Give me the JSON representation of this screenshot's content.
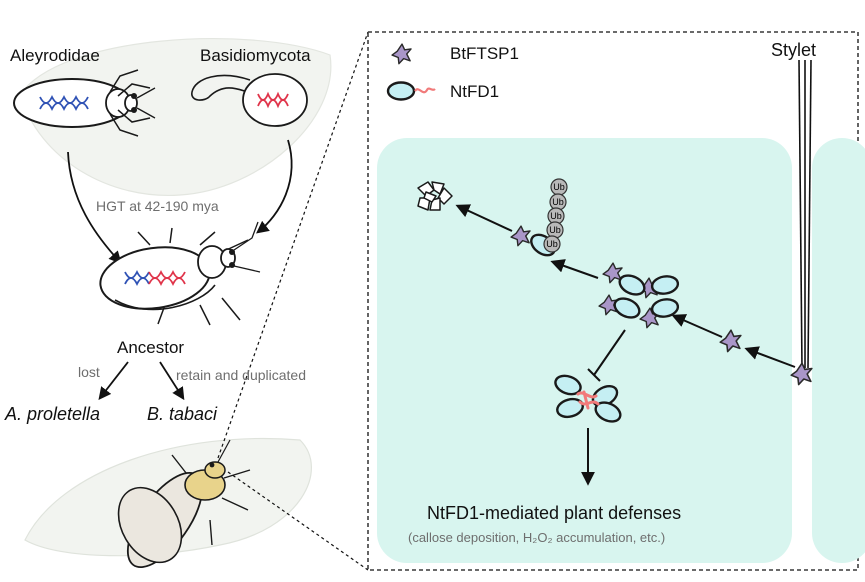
{
  "left_panel": {
    "organism_1": "Aleyrodidae",
    "organism_2": "Basidiomycota",
    "hgt_label": "HGT at 42-190 mya",
    "ancestor_label": "Ancestor",
    "lost_label": "lost",
    "retain_label": "retain and duplicated",
    "species_1": "A. proletella",
    "species_2": "B. tabaci"
  },
  "right_panel": {
    "legend": [
      {
        "label": "BtFTSP1",
        "icon": "purple-star-icon"
      },
      {
        "label": "NtFD1",
        "icon": "teal-oval-with-tail-icon"
      }
    ],
    "stylet_label": "Stylet",
    "ubiquitin_tag": "Ub",
    "defense_title": "NtFD1-mediated plant defenses",
    "defense_subtitle": "(callose deposition, H₂O₂ accumulation, etc.)"
  },
  "colors": {
    "cell_fill": "#d8f5ef",
    "star_fill": "#a996c8",
    "oval_fill": "#c5eff3",
    "dna_blue": "#2f52b5",
    "dna_red": "#e0344a",
    "ub_fill": "#b9b9b9"
  }
}
